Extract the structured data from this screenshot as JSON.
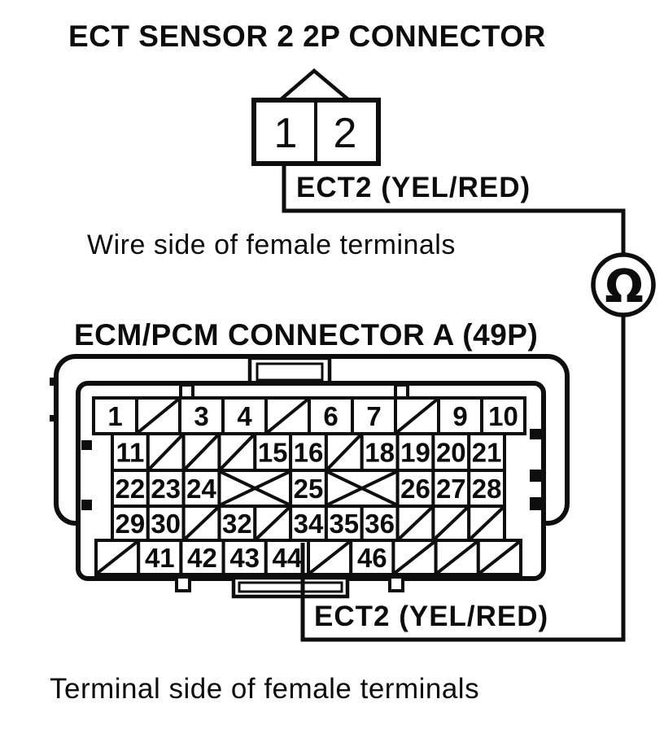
{
  "colors": {
    "ink": "#0e0e0e",
    "paper": "#ffffff"
  },
  "top": {
    "title": "ECT SENSOR 2 2P CONNECTOR",
    "connector": {
      "pins": [
        "1",
        "2"
      ]
    },
    "wire_label": "ECT2 (YEL/RED)",
    "caption": "Wire side of female terminals"
  },
  "meter": {
    "symbol": "Ω"
  },
  "ecm": {
    "title": "ECM/PCM CONNECTOR A (49P)",
    "rows": [
      [
        "1",
        "/",
        "3",
        "4",
        "/",
        "6",
        "7",
        "/",
        "9",
        "10"
      ],
      [
        "11",
        "/",
        "/",
        "/",
        "15",
        "16",
        "/",
        "18",
        "19",
        "20",
        "21"
      ],
      [
        "22",
        "23",
        "24",
        "X",
        "25",
        "X",
        "26",
        "27",
        "28"
      ],
      [
        "29",
        "30",
        "/",
        "32",
        "/",
        "34",
        "35",
        "36",
        "/",
        "/",
        "/"
      ],
      [
        "/",
        "41",
        "42",
        "43",
        "44",
        "/",
        "46",
        "/",
        "/",
        "/"
      ]
    ],
    "wire_label": "ECT2 (YEL/RED)",
    "caption": "Terminal side of female terminals"
  }
}
